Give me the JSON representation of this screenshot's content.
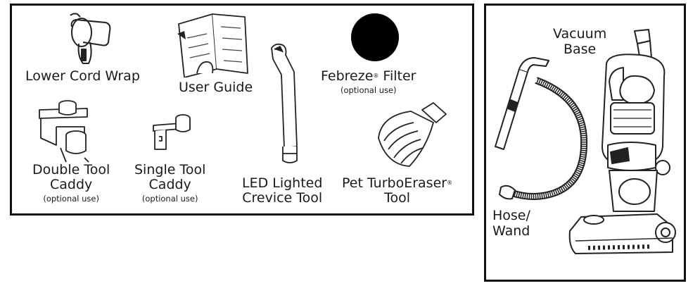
{
  "parts": {
    "lower_cord_wrap": {
      "label": "Lower Cord Wrap"
    },
    "user_guide": {
      "label": "User Guide"
    },
    "febreze_filter": {
      "label": "Febreze",
      "label_mark": "®",
      "label_suffix": " Filter",
      "note": "(optional use)"
    },
    "double_tool_caddy": {
      "line1": "Double Tool",
      "line2": "Caddy",
      "note": "(optional use)"
    },
    "single_tool_caddy": {
      "line1": "Single Tool",
      "line2": "Caddy",
      "note": "(optional use)"
    },
    "led_crevice_tool": {
      "line1": "LED Lighted",
      "line2": "Crevice Tool"
    },
    "pet_turboeraser": {
      "line1": "Pet TurboEraser",
      "line1_mark": "®",
      "line2": "Tool"
    }
  },
  "vacuum": {
    "base": {
      "line1": "Vacuum",
      "line2": "Base"
    },
    "hose": {
      "line1": "Hose/",
      "line2": "Wand"
    }
  }
}
